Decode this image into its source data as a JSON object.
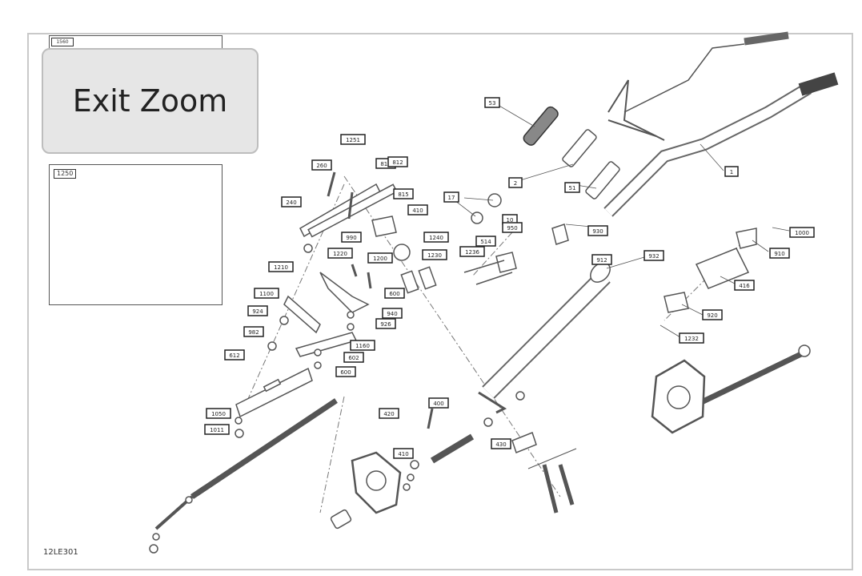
{
  "exit_zoom": {
    "label": "Exit Zoom"
  },
  "inset": {
    "label": "1250",
    "top_label": "1560"
  },
  "diagram_code": "12LE301",
  "colors": {
    "button_bg": "#e6e6e6",
    "line": "#555555",
    "label_box": "#222222"
  },
  "callouts": [
    "53",
    "2",
    "51",
    "1",
    "17",
    "10",
    "514",
    "930",
    "912",
    "932",
    "950",
    "1000",
    "910",
    "416",
    "920",
    "1232",
    "818",
    "812",
    "815",
    "410",
    "1251",
    "260",
    "240",
    "990",
    "1240",
    "1236",
    "1230",
    "1220",
    "1200",
    "1210",
    "600",
    "1100",
    "924",
    "940",
    "982",
    "926",
    "1160",
    "602",
    "612",
    "600",
    "1050",
    "1011",
    "400",
    "420",
    "410",
    "430"
  ]
}
